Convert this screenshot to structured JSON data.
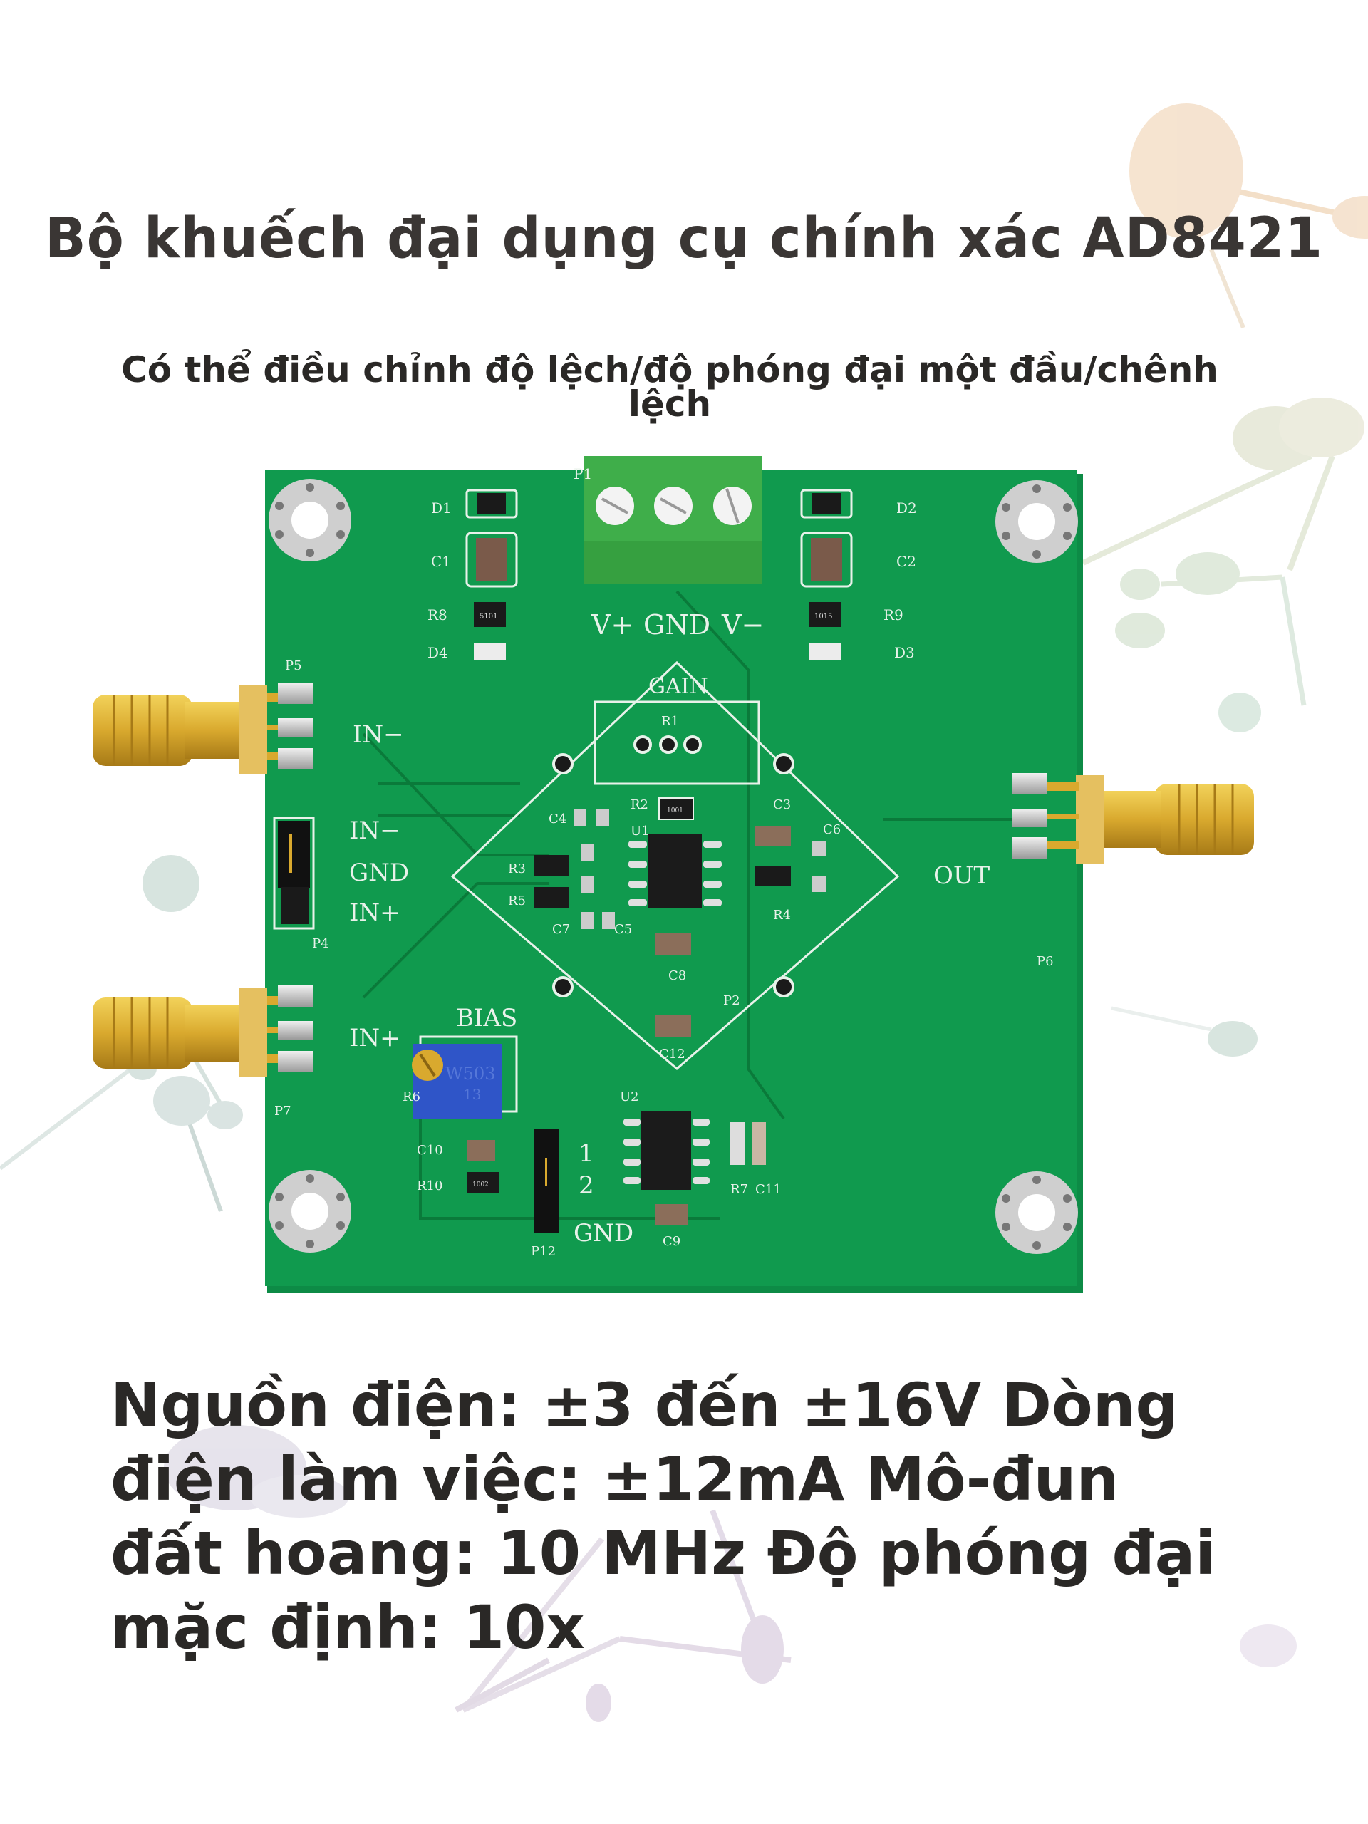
{
  "header": {
    "title": "Bộ khuếch đại dụng cụ chính xác AD8421",
    "subtitle": "Có thể điều chỉnh độ lệch/độ phóng đại một đầu/chênh lệch"
  },
  "product_image": {
    "description": "AD8421 instrumentation amplifier module PCB",
    "colors": {
      "board": "#109a4e",
      "silkscreen": "#e8f2ea",
      "terminal_block": "#3fae4a",
      "sma_gold": "#d9a92e",
      "trimpot": "#2f55c8",
      "ic": "#1b1b1b"
    },
    "terminal_labels": [
      "V+",
      "GND",
      "V−"
    ],
    "silkscreen": {
      "P1": "P1",
      "P2": "P2",
      "P4": "P4",
      "P5": "P5",
      "P6": "P6",
      "P7": "P7",
      "P12": "P12",
      "D1": "D1",
      "D2": "D2",
      "D3": "D3",
      "D4": "D4",
      "C1": "C1",
      "C2": "C2",
      "C3": "C3",
      "C4": "C4",
      "C5": "C5",
      "C6": "C6",
      "C7": "C7",
      "C8": "C8",
      "C9": "C9",
      "C10": "C10",
      "C11": "C11",
      "C12": "C12",
      "R1": "R1",
      "R2": "R2",
      "R3": "R3",
      "R4": "R4",
      "R5": "R5",
      "R6": "R6",
      "R7": "R7",
      "R8": "R8",
      "R9": "R9",
      "R10": "R10",
      "U1": "U1",
      "U2": "U2",
      "gain": "GAIN",
      "bias": "BIAS",
      "out": "OUT",
      "in_minus": "IN−",
      "in_plus": "IN+",
      "gnd": "GND",
      "jumper_1": "1",
      "jumper_2": "2",
      "r8_code": "5101",
      "r9_code": "1015",
      "r2_code": "1001",
      "r10_code": "1002",
      "trimpot_code": "W503",
      "trimpot_code2": "13"
    }
  },
  "specs": {
    "text": "Nguồn điện: ±3 đến ±16V Dòng điện làm việc: ±12mA Mô-đun đất hoang: 10 MHz Độ phóng đại mặc định: 10x"
  }
}
